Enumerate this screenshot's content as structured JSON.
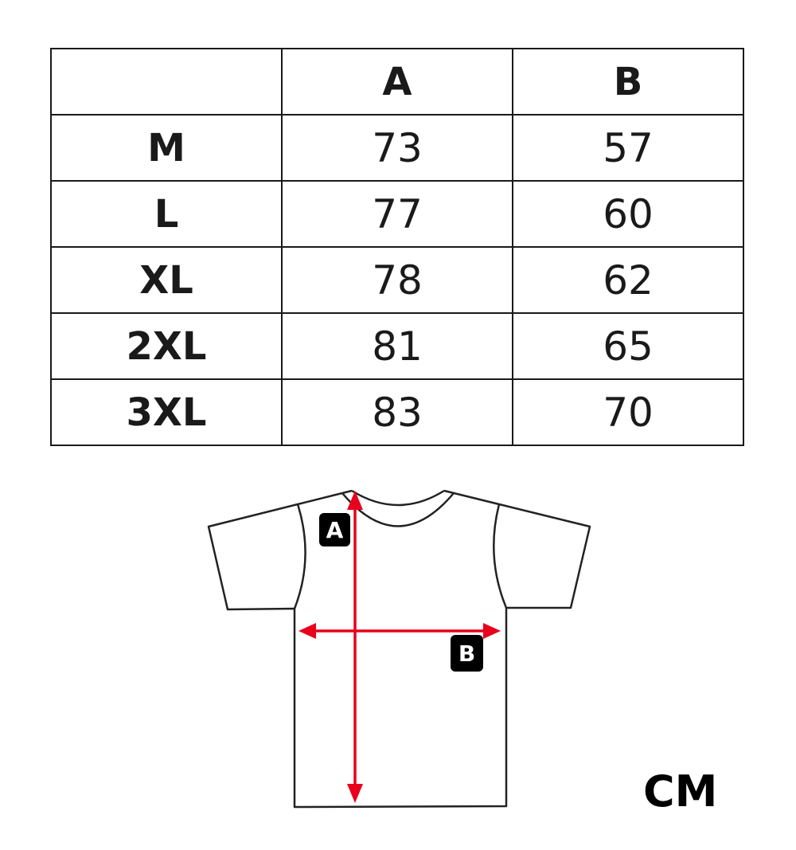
{
  "table": {
    "headers": [
      "",
      "A",
      "B"
    ],
    "rows": [
      {
        "size": "M",
        "a": "73",
        "b": "57"
      },
      {
        "size": "L",
        "a": "77",
        "b": "60"
      },
      {
        "size": "XL",
        "a": "78",
        "b": "62"
      },
      {
        "size": "2XL",
        "a": "81",
        "b": "65"
      },
      {
        "size": "3XL",
        "a": "83",
        "b": "70"
      }
    ]
  },
  "diagram": {
    "label_a": "A",
    "label_b": "B",
    "arrow_color": "#e8001c"
  },
  "unit": "CM"
}
